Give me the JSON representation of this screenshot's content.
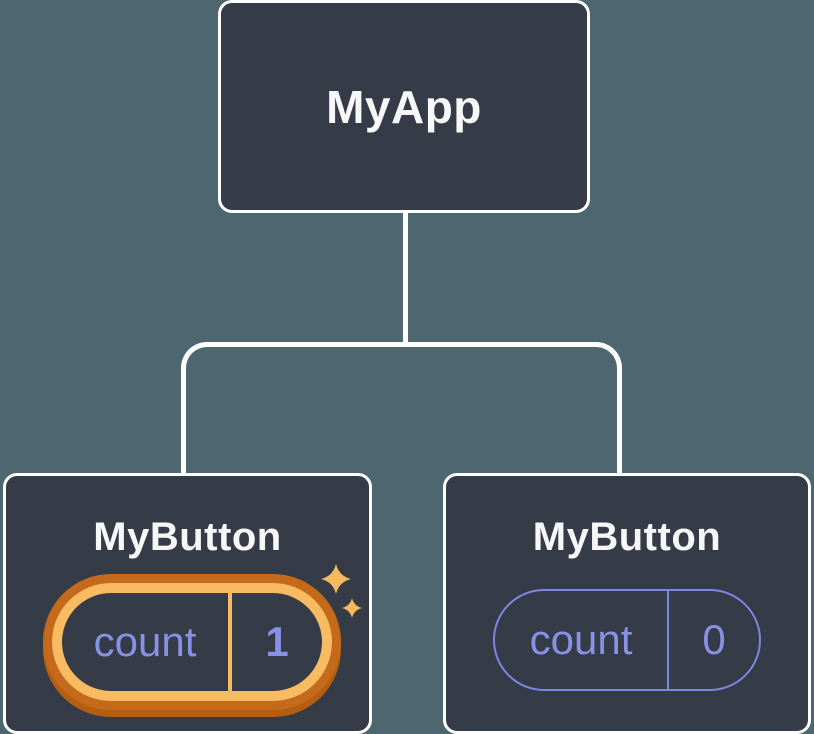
{
  "canvas": {
    "background_color": "#4e6670"
  },
  "tree": {
    "root": {
      "label": "MyApp"
    },
    "children": [
      {
        "label": "MyButton",
        "state": {
          "name": "count",
          "value": "1"
        },
        "highlighted": true,
        "decoration": "sparkles-icon"
      },
      {
        "label": "MyButton",
        "state": {
          "name": "count",
          "value": "0"
        },
        "highlighted": false
      }
    ]
  },
  "colors": {
    "node_fill": "#353b47",
    "node_border": "#ffffff",
    "node_text": "#f7f7f7",
    "connector_line": "#ffffff",
    "state_text": "#8791e5",
    "state_pill_border": "#7d86e2",
    "highlight_ring_light": "#f8bb61",
    "highlight_ring_dark": "#c5691a",
    "sparkle": "#f7ba5f"
  }
}
